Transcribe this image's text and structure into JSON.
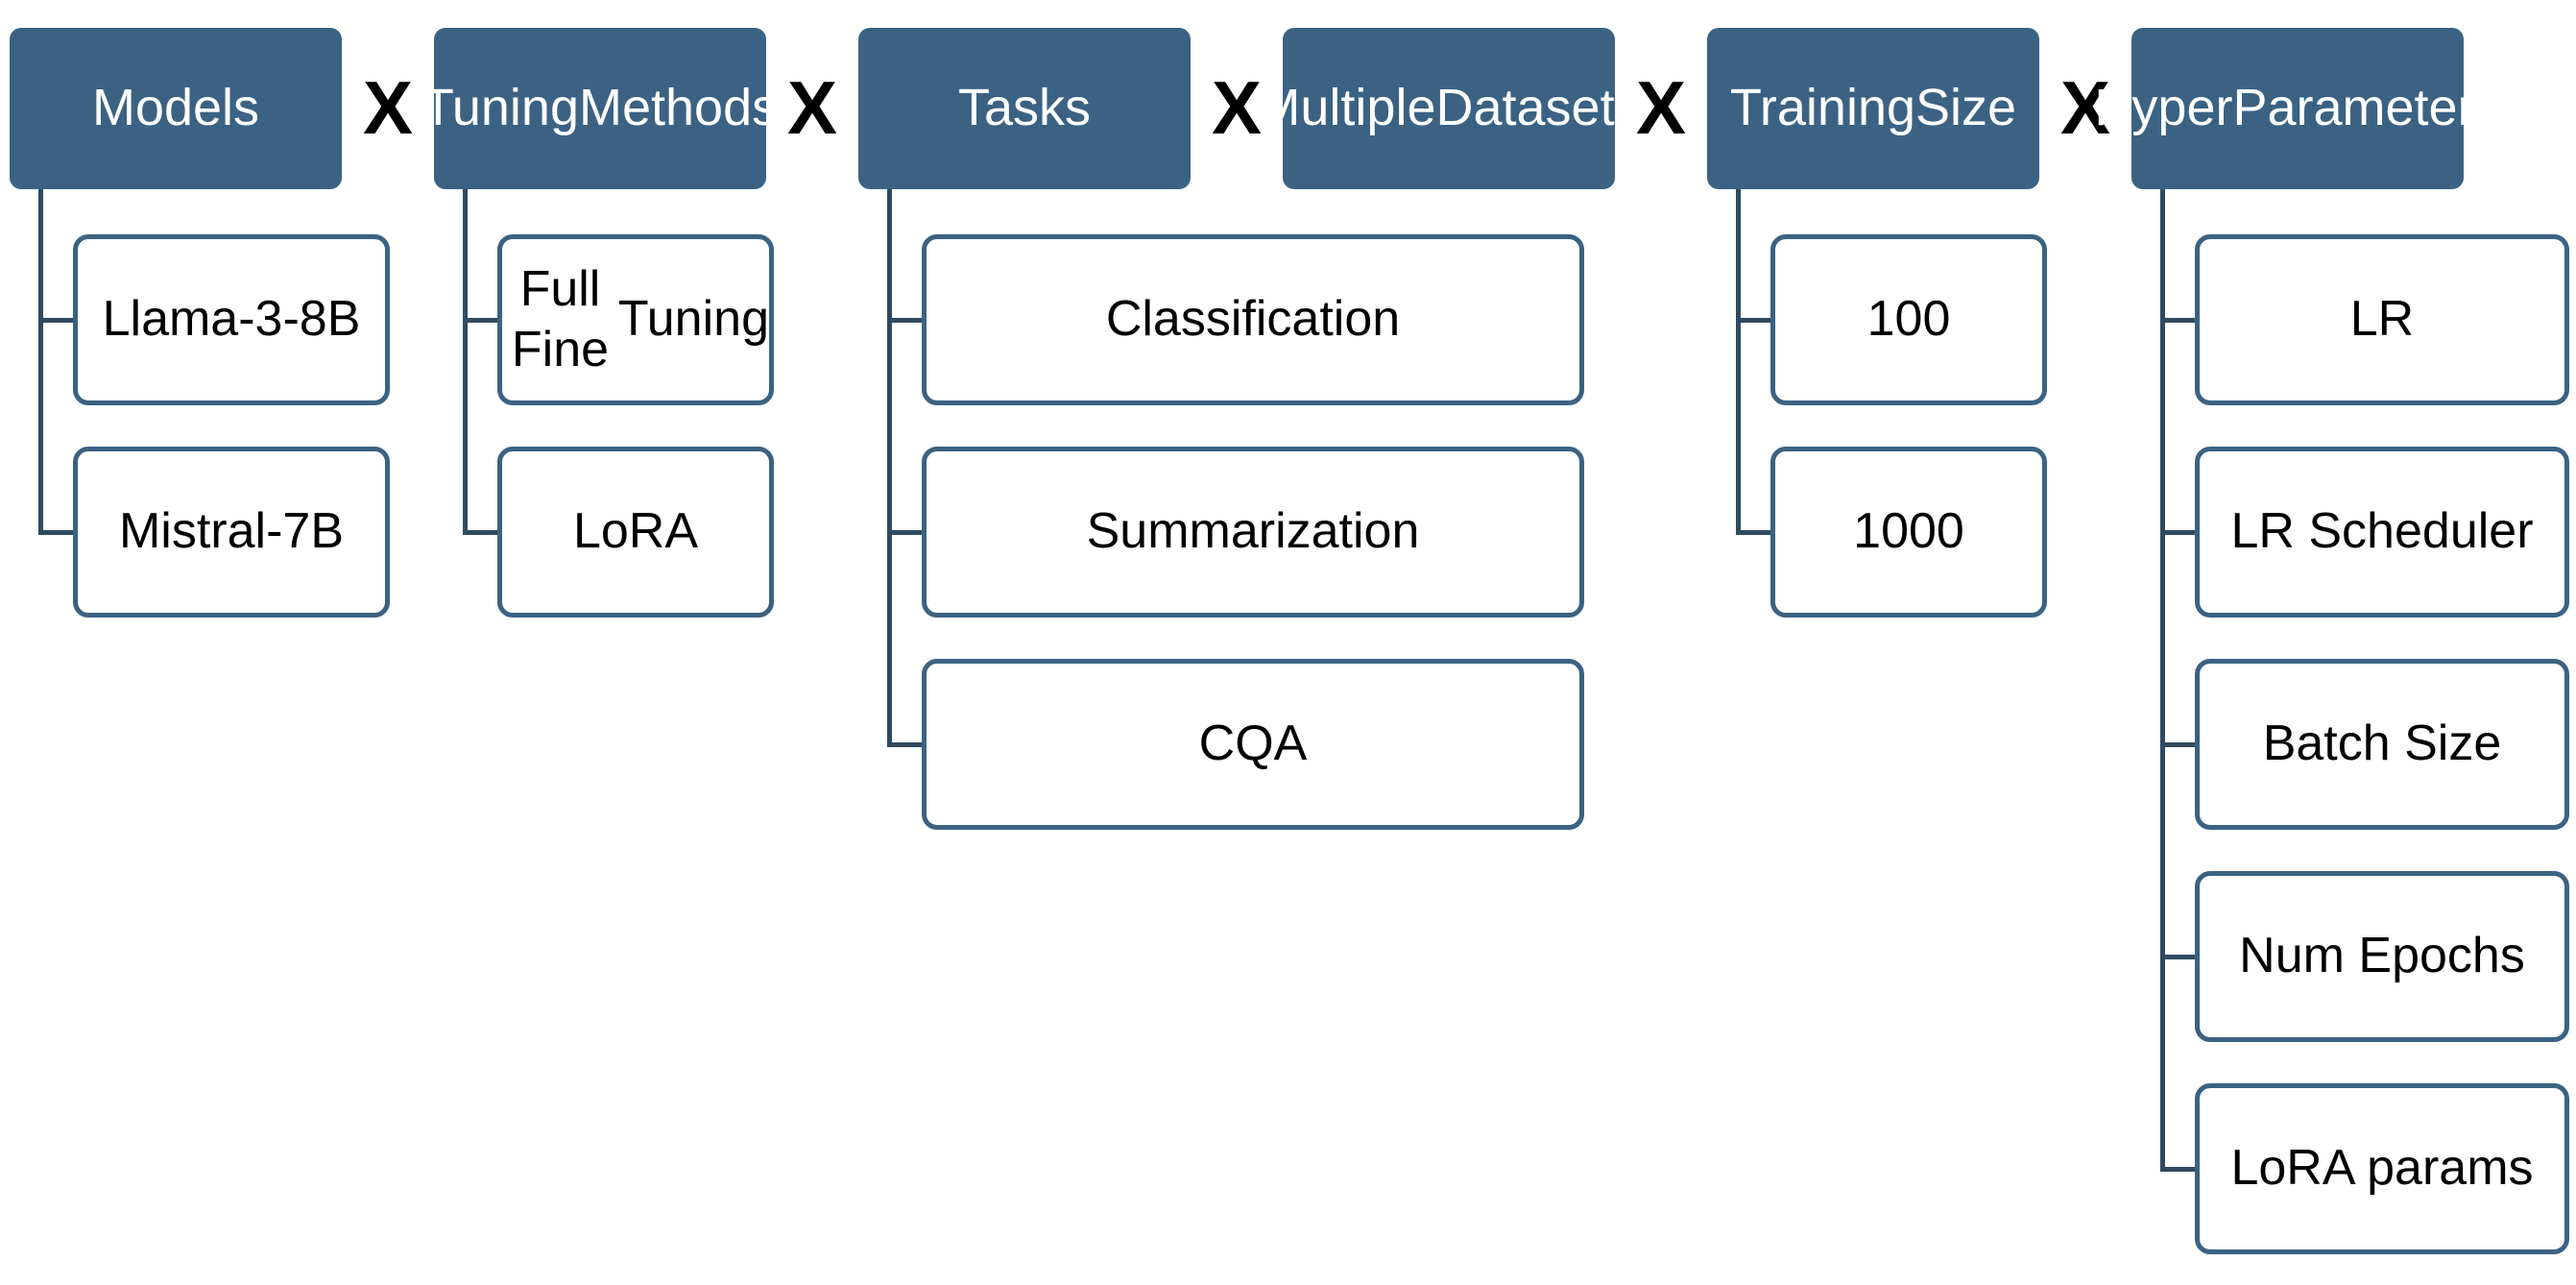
{
  "categories": [
    {
      "id": "models",
      "title": [
        "Models"
      ],
      "items": [
        [
          "Llama-3-8B"
        ],
        [
          "Mistral-7B"
        ]
      ]
    },
    {
      "id": "tuning-methods",
      "title": [
        "Tuning",
        "Methods"
      ],
      "items": [
        [
          "Full Fine",
          "Tuning"
        ],
        [
          "LoRA"
        ]
      ]
    },
    {
      "id": "tasks",
      "title": [
        "Tasks"
      ],
      "items": [
        [
          "Classification"
        ],
        [
          "Summarization"
        ],
        [
          "CQA"
        ]
      ]
    },
    {
      "id": "multiple-datasets",
      "title": [
        "Multiple",
        "Datasets"
      ],
      "items": []
    },
    {
      "id": "training-size",
      "title": [
        "Training",
        "Size"
      ],
      "items": [
        [
          "100"
        ],
        [
          "1000"
        ]
      ]
    },
    {
      "id": "hyper-parameters",
      "title": [
        "Hyper",
        "Parameters"
      ],
      "items": [
        [
          "LR"
        ],
        [
          "LR Scheduler"
        ],
        [
          "Batch Size"
        ],
        [
          "Num Epochs"
        ],
        [
          "LoRA params"
        ]
      ]
    }
  ],
  "operator": "X",
  "colors": {
    "header_fill": "#3b6283",
    "item_border": "#3b6283",
    "connector": "#2f4a5f",
    "text_on_header": "#ffffff"
  }
}
